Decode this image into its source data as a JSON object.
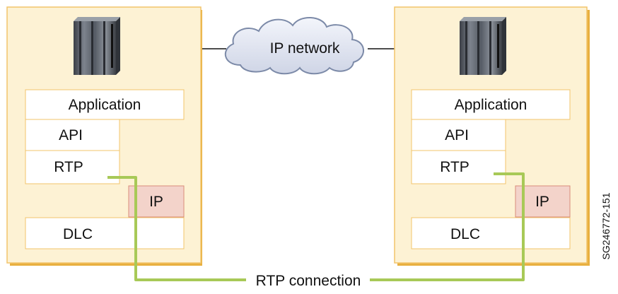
{
  "network": {
    "label": "IP network"
  },
  "left_node": {
    "layers": {
      "application": "Application",
      "api": "API",
      "rtp": "RTP",
      "ip": "IP",
      "dlc": "DLC"
    }
  },
  "right_node": {
    "layers": {
      "application": "Application",
      "api": "API",
      "rtp": "RTP",
      "ip": "IP",
      "dlc": "DLC"
    }
  },
  "connection": {
    "label": "RTP connection"
  },
  "figure_id": "SG246772-151",
  "colors": {
    "node_fill": "#fdf2d4",
    "node_border": "#f2c46b",
    "node_shadow": "#e8b040",
    "layer_border": "#f2c46b",
    "ip_fill": "#f3d3ca",
    "ip_border": "#d98c7a",
    "connection_line": "#a8c957",
    "cloud_fill": "#e5e8f3",
    "cloud_stroke": "#7c8aa8"
  },
  "icons": {
    "server": "server-icon",
    "cloud": "cloud-icon"
  }
}
